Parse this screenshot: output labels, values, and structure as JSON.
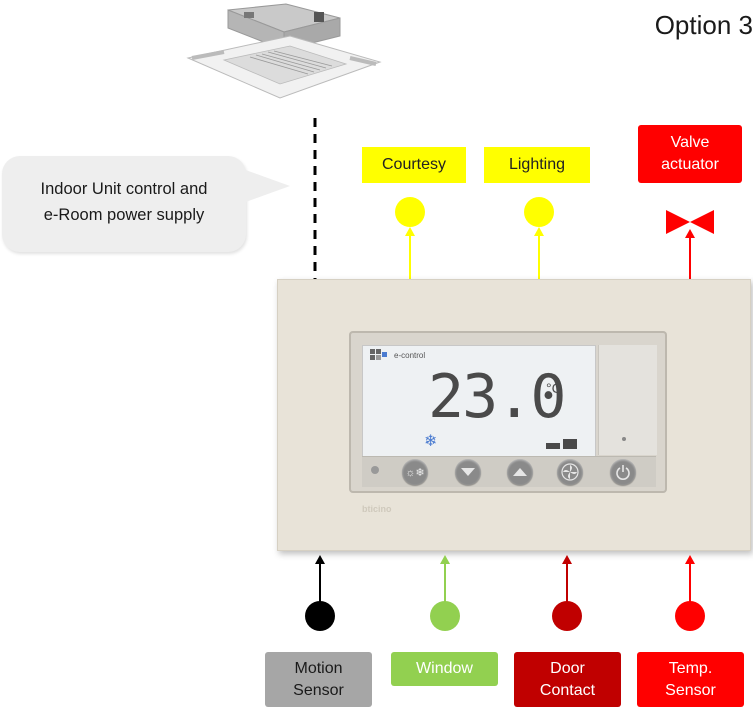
{
  "title": "Option 3",
  "callout": {
    "line1": "Indoor Unit control and",
    "line2": "e-Room power supply"
  },
  "outputs": {
    "courtesy": "Courtesy",
    "lighting": "Lighting",
    "valve_line1": "Valve",
    "valve_line2": "actuator"
  },
  "inputs": {
    "motion_line1": "Motion",
    "motion_line2": "Sensor",
    "window": "Window",
    "door_line1": "Door",
    "door_line2": "Contact",
    "temp_line1": "Temp.",
    "temp_line2": "Sensor"
  },
  "device": {
    "brand": "e-control",
    "temperature": "23.0",
    "unit": "°C",
    "maker": "bticino"
  },
  "colors": {
    "yellow": "#ffff00",
    "red": "#ff0000",
    "dark_red": "#c00000",
    "green": "#92d050",
    "gray": "#a6a6a6",
    "black": "#000000"
  },
  "icons": [
    "ceiling-cassette-ac-unit-icon",
    "valve-icon",
    "snowflake-icon",
    "fan-icon",
    "power-icon"
  ]
}
